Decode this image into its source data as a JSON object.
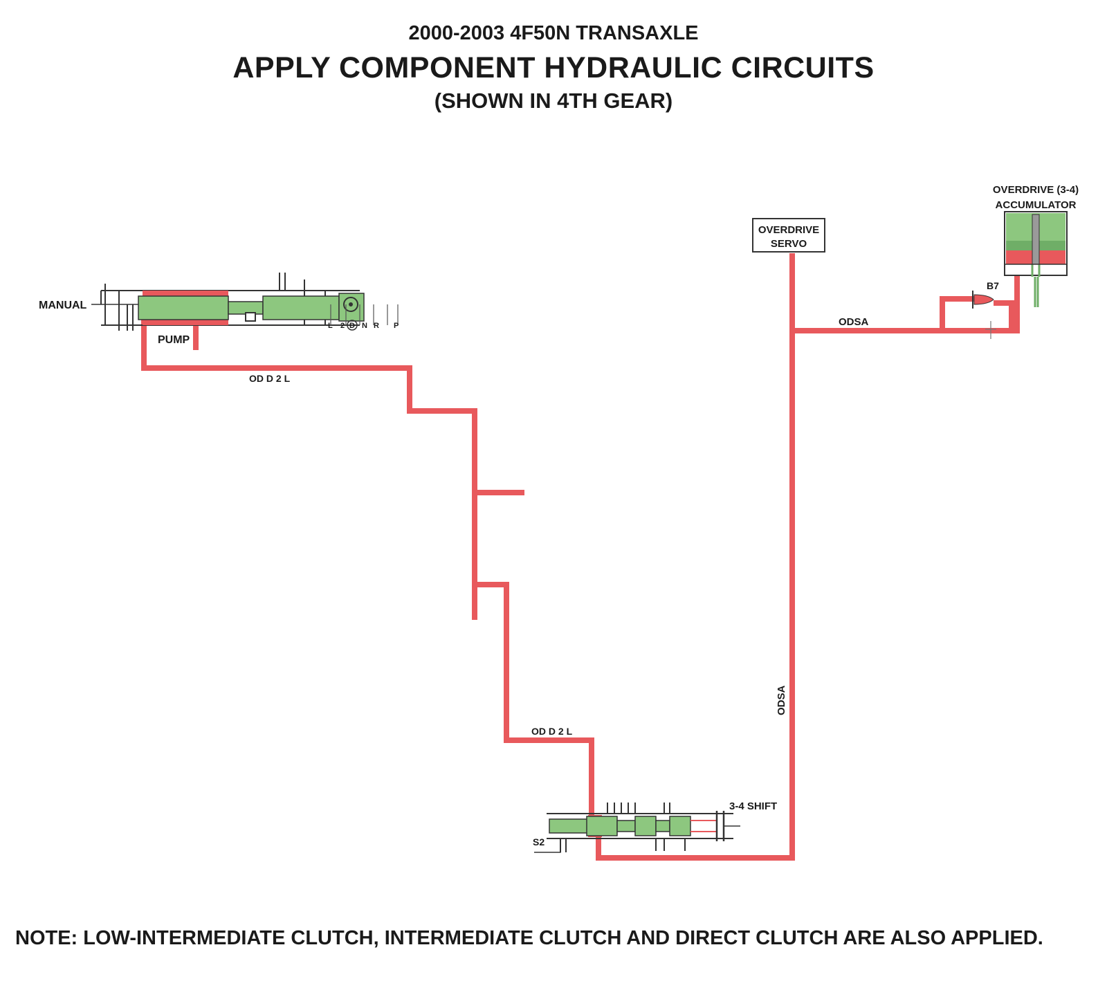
{
  "header": {
    "line1": "2000-2003 4F50N TRANSAXLE",
    "line2": "APPLY COMPONENT HYDRAULIC CIRCUITS",
    "line3": "(SHOWN IN 4TH GEAR)"
  },
  "labels": {
    "manual": "MANUAL",
    "pump": "PUMP",
    "od_d2l_top": "OD D 2 L",
    "od_d2l_bottom": "OD D 2 L",
    "overdrive_servo_1": "OVERDRIVE",
    "overdrive_servo_2": "SERVO",
    "accumulator_1": "OVERDRIVE (3-4)",
    "accumulator_2": "ACCUMULATOR",
    "b7": "B7",
    "odsa_horizontal": "ODSA",
    "odsa_vertical": "ODSA",
    "shift_valve": "3-4 SHIFT",
    "s2": "S2",
    "gear_positions": [
      "L",
      "2",
      "D",
      "N",
      "R",
      "P"
    ]
  },
  "colors": {
    "fluid_red": "#e8595c",
    "valve_green": "#8dc77f",
    "line_dark": "#333333"
  },
  "note": "NOTE: LOW-INTERMEDIATE CLUTCH, INTERMEDIATE CLUTCH AND DIRECT CLUTCH ARE ALSO APPLIED."
}
